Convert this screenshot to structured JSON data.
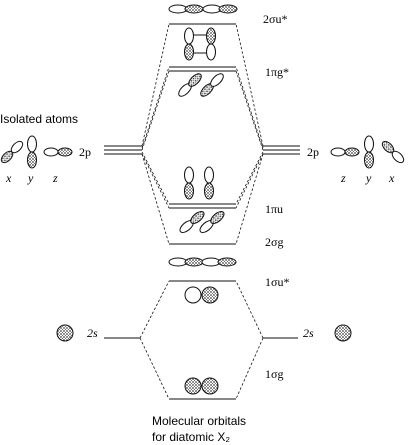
{
  "header": {
    "isolated_atoms": "Isolated atoms"
  },
  "left_atom": {
    "axes": [
      "x",
      "y",
      "z"
    ],
    "orbital_2p": "2p",
    "orbital_2s": "2s"
  },
  "right_atom": {
    "axes": [
      "z",
      "y",
      "x"
    ],
    "orbital_2p": "2p",
    "orbital_2s": "2s"
  },
  "mo_labels": {
    "sigma2u_star": "2σu*",
    "pi1g_star": "1πg*",
    "pi1u": "1πu",
    "sigma2g": "2σg",
    "sigma1u_star": "1σu*",
    "sigma1g": "1σg"
  },
  "caption": {
    "line1": "Molecular orbitals",
    "line2": "for diatomic X₂"
  },
  "colors": {
    "line": "#111111",
    "shade": "#6a6a6a"
  }
}
